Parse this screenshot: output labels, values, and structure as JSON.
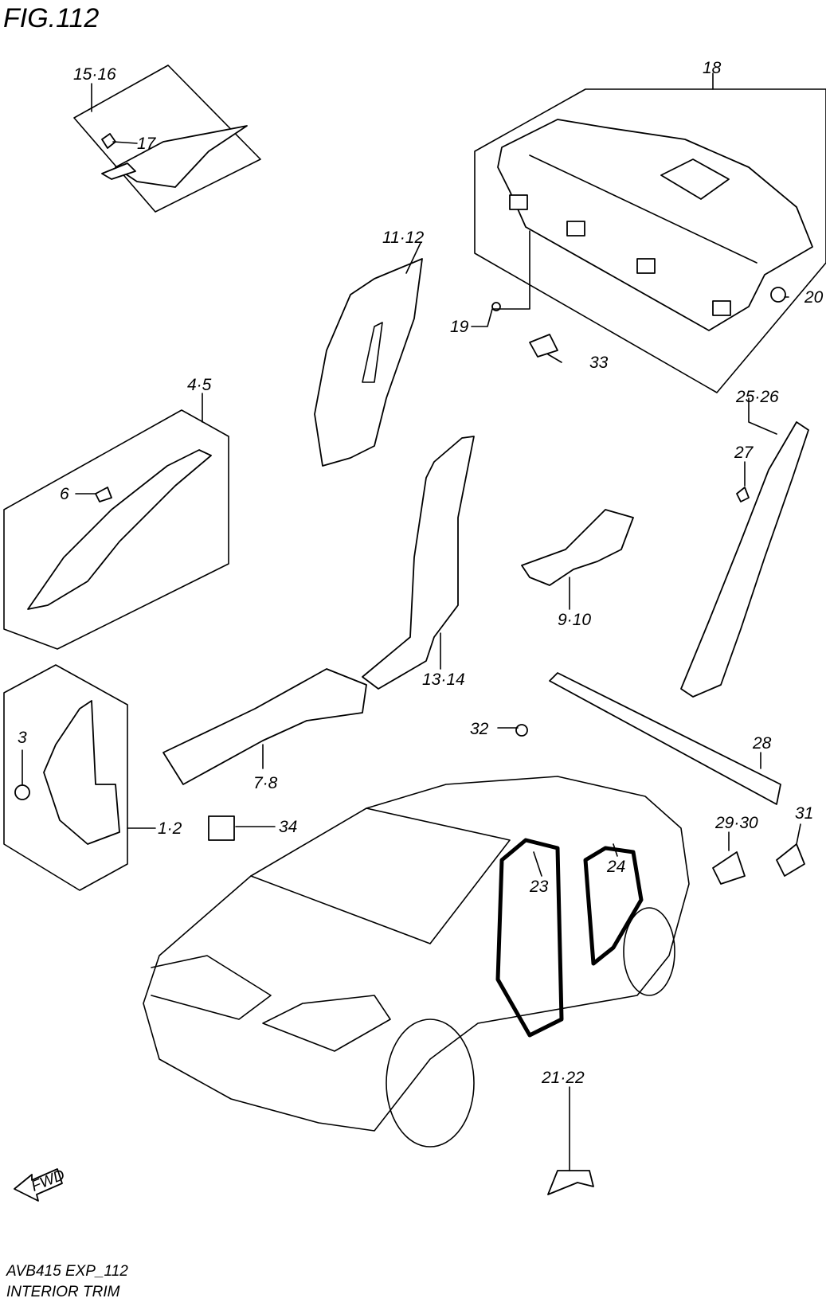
{
  "figure": {
    "title": "FIG.112",
    "code": "AVB415 EXP_112",
    "name": "INTERIOR TRIM",
    "fwd_label": "FWD"
  },
  "callouts": {
    "c15_16": "15·16",
    "c17": "17",
    "c18": "18",
    "c11_12": "11·12",
    "c19": "19",
    "c20": "20",
    "c33": "33",
    "c4_5": "4·5",
    "c6": "6",
    "c25_26": "25·26",
    "c27": "27",
    "c9_10": "9·10",
    "c13_14": "13·14",
    "c3": "3",
    "c1_2": "1·2",
    "c7_8": "7·8",
    "c32": "32",
    "c28": "28",
    "c34": "34",
    "c29_30": "29·30",
    "c31": "31",
    "c23": "23",
    "c24": "24",
    "c21_22": "21·22"
  }
}
